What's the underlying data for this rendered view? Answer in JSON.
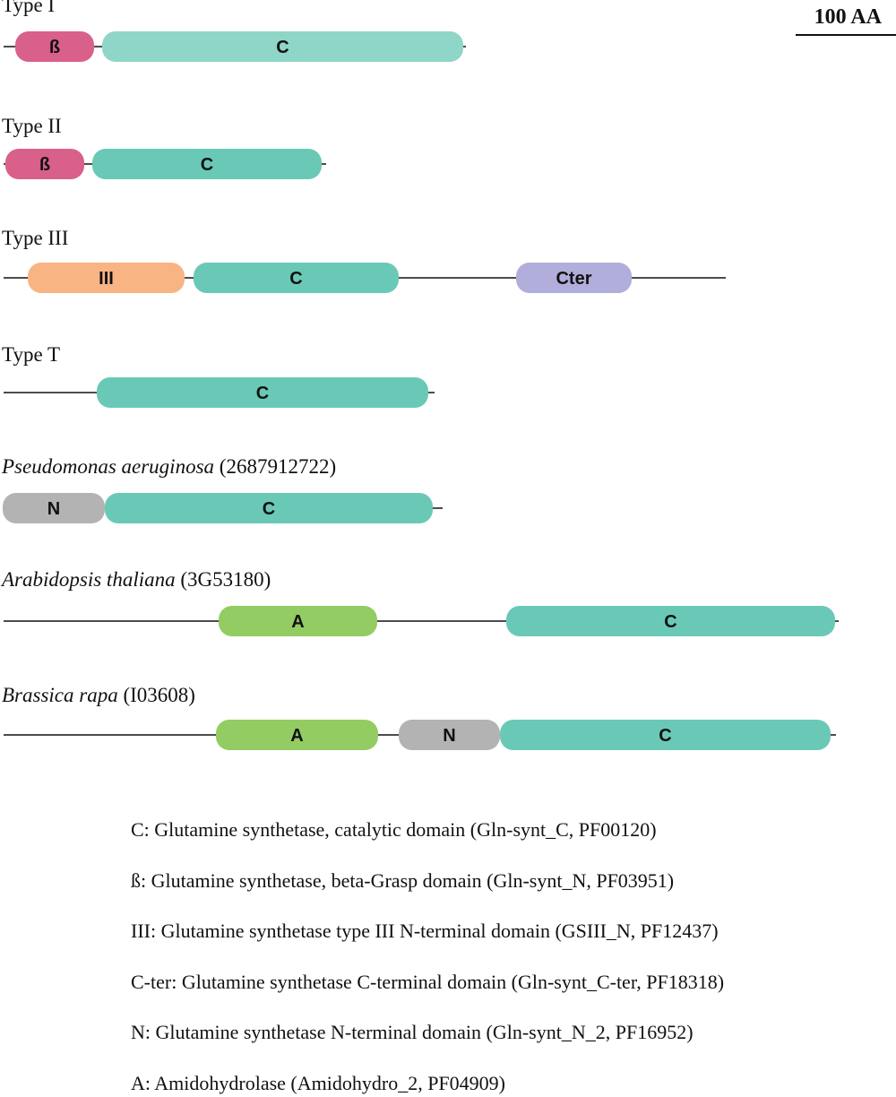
{
  "scale": {
    "label": "100 AA"
  },
  "proteins": [
    {
      "title_italic": "",
      "title_plain": "Type I",
      "domains": [
        {
          "label": "ß",
          "color": "#d9608a"
        },
        {
          "label": "C",
          "color": "#8fd6c8"
        }
      ]
    },
    {
      "title_italic": "",
      "title_plain": "Type II",
      "domains": [
        {
          "label": "ß",
          "color": "#d9608a"
        },
        {
          "label": "C",
          "color": "#6ac9b6"
        }
      ]
    },
    {
      "title_italic": "",
      "title_plain": "Type III",
      "domains": [
        {
          "label": "III",
          "color": "#f9b484"
        },
        {
          "label": "C",
          "color": "#6ac9b6"
        },
        {
          "label": "Cter",
          "color": "#b1aedb"
        }
      ]
    },
    {
      "title_italic": "",
      "title_plain": "Type T",
      "domains": [
        {
          "label": "C",
          "color": "#6ac9b6"
        }
      ]
    },
    {
      "title_italic": "Pseudomonas aeruginosa",
      "title_plain": " (2687912722)",
      "domains": [
        {
          "label": "N",
          "color": "#b3b3b3"
        },
        {
          "label": "C",
          "color": "#6ac9b6"
        }
      ]
    },
    {
      "title_italic": "Arabidopsis thaliana",
      "title_plain": " (3G53180)",
      "domains": [
        {
          "label": "A",
          "color": "#92cc62"
        },
        {
          "label": "C",
          "color": "#6ac9b6"
        }
      ]
    },
    {
      "title_italic": "Brassica rapa",
      "title_plain": " (I03608)",
      "domains": [
        {
          "label": "A",
          "color": "#92cc62"
        },
        {
          "label": "N",
          "color": "#b3b3b3"
        },
        {
          "label": "C",
          "color": "#6ac9b6"
        }
      ]
    }
  ],
  "legend": [
    "C: Glutamine synthetase, catalytic domain (Gln-synt_C, PF00120)",
    "ß: Glutamine synthetase, beta-Grasp domain (Gln-synt_N, PF03951)",
    "III: Glutamine synthetase type III N-terminal domain (GSIII_N, PF12437)",
    "C-ter: Glutamine synthetase C-terminal domain (Gln-synt_C-ter, PF18318)",
    "N: Glutamine synthetase N-terminal domain (Gln-synt_N_2, PF16952)",
    "A: Amidohydrolase (Amidohydro_2, PF04909)"
  ]
}
